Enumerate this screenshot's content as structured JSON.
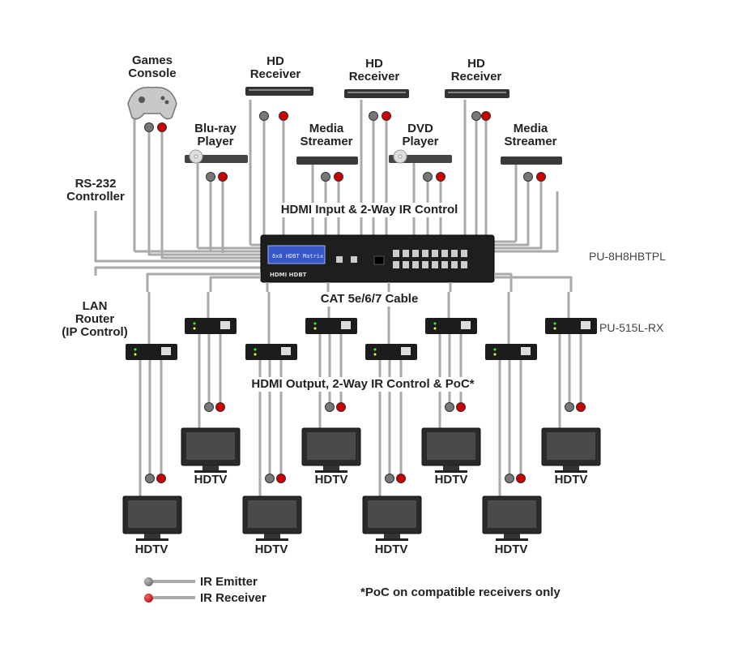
{
  "diagram": {
    "sources": {
      "games_console": [
        "Games",
        "Console"
      ],
      "bluray": [
        "Blu-ray",
        "Player"
      ],
      "hd_receiver": [
        "HD",
        "Receiver"
      ],
      "media_streamer": [
        "Media",
        "Streamer"
      ],
      "dvd": [
        "DVD",
        "Player"
      ]
    },
    "rs232": [
      "RS-232",
      "Controller"
    ],
    "lan": [
      "LAN",
      "Router",
      "(IP Control)"
    ],
    "bands": {
      "input": "HDMI Input & 2-Way IR Control",
      "cable": "CAT 5e/6/7 Cable",
      "output": "HDMI Output, 2-Way IR Control & PoC*"
    },
    "matrix_model": "PU-8H8HBTPL",
    "receiver_model": "PU-515L-RX",
    "matrix_lcd": [
      "8x8 HDBT Matrix"
    ],
    "matrix_logo": "HDMI HDBT",
    "display_label": "HDTV",
    "legend": {
      "ir_emitter": "IR Emitter",
      "ir_receiver": "IR Receiver"
    },
    "note": "*PoC on compatible receivers only",
    "colors": {
      "cable": "#aaaaaa",
      "ir_emitter": "#777777",
      "ir_receiver": "#cc0000",
      "device": "#222222"
    }
  }
}
